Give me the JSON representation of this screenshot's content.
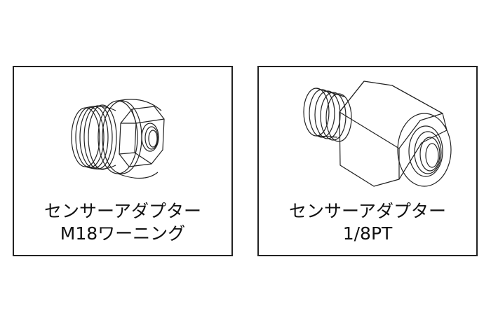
{
  "panels": [
    {
      "title": "センサーアダプター",
      "subtitle": "M18ワーニング",
      "illustration": "m18-sensor-adapter-drawing"
    },
    {
      "title": "センサーアダプター",
      "subtitle": "1/8PT",
      "illustration": "1-8pt-sensor-adapter-drawing"
    }
  ],
  "colors": {
    "background": "#ffffff",
    "border": "#222222",
    "text": "#111111"
  }
}
